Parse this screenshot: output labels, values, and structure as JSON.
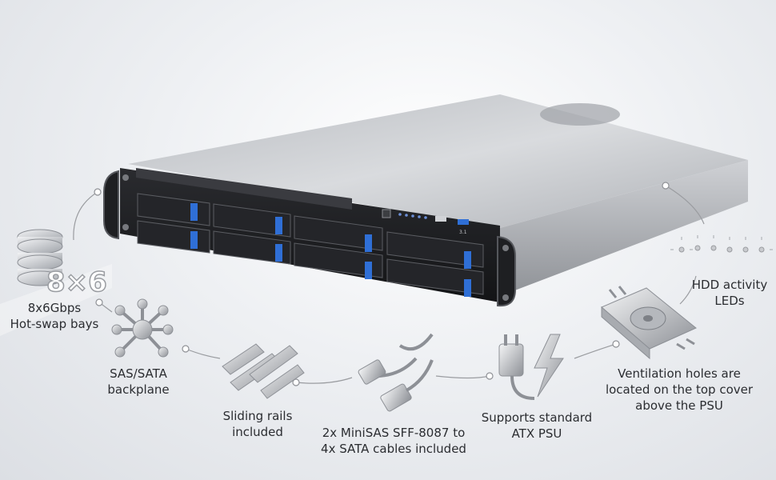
{
  "badge": {
    "text": "8×6"
  },
  "usb_label": {
    "text": "3.1"
  },
  "features": [
    {
      "id": "bays",
      "label": "8x6Gbps\nHot-swap bays"
    },
    {
      "id": "backplane",
      "label": "SAS/SATA\nbackplane"
    },
    {
      "id": "rails",
      "label": "Sliding rails\nincluded"
    },
    {
      "id": "cables",
      "label": "2x MiniSAS SFF-8087 to\n4x SATA cables included"
    },
    {
      "id": "psu",
      "label": "Supports standard\nATX PSU"
    },
    {
      "id": "ventilation",
      "label": "Ventilation holes are\nlocated on the top cover\nabove the PSU"
    },
    {
      "id": "leds",
      "label": "HDD activity\nLEDs"
    }
  ],
  "colors": {
    "accent_blue": "#2f6fd6",
    "chassis": "#c9ccd1",
    "front": "#1c1d20",
    "line": "#9a9ca0"
  }
}
